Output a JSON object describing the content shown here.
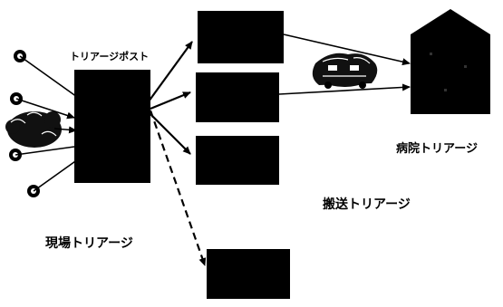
{
  "labels": {
    "triage_post": "トリアージポスト",
    "hospital_triage": "病院トリアージ",
    "transport_triage": "搬送トリアージ",
    "field_triage": "現場トリアージ"
  },
  "colors": {
    "ink": "#000000",
    "background": "#ffffff"
  },
  "icons": {
    "victims": "person-dot-icon",
    "crowd": "crowd-icon",
    "ambulance": "ambulance-icon",
    "hospital": "hospital-building-icon"
  }
}
